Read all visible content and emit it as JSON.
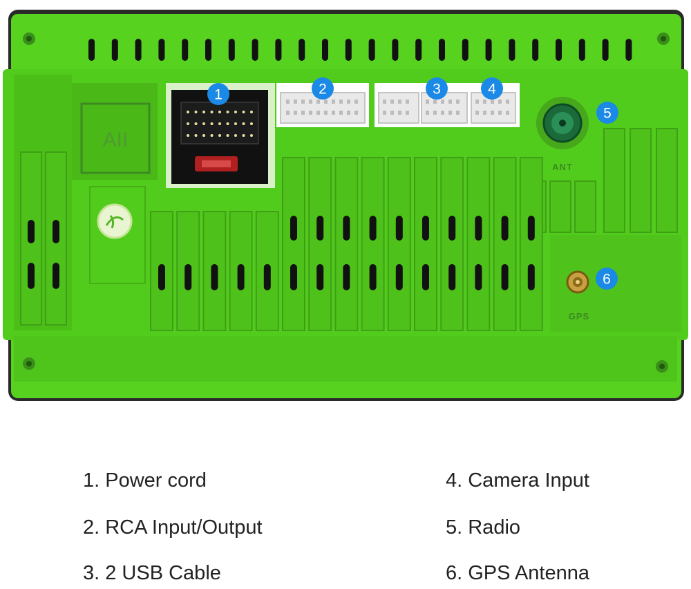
{
  "colors": {
    "housing": "#56d21f",
    "housing_dark": "#3f9f19",
    "frame": "#2a2a2a",
    "badge": "#1a8ae6",
    "text": "#222222"
  },
  "unit": {
    "logo_text": "AII",
    "ant_label": "ANT",
    "gps_label": "GPS"
  },
  "badges": [
    {
      "num": "1"
    },
    {
      "num": "2"
    },
    {
      "num": "3"
    },
    {
      "num": "4"
    },
    {
      "num": "5"
    },
    {
      "num": "6"
    }
  ],
  "legend": [
    {
      "label": "1. Power cord"
    },
    {
      "label": "2. RCA Input/Output"
    },
    {
      "label": "3. 2 USB Cable"
    },
    {
      "label": "4. Camera Input"
    },
    {
      "label": "5. Radio"
    },
    {
      "label": "6. GPS Antenna"
    }
  ]
}
